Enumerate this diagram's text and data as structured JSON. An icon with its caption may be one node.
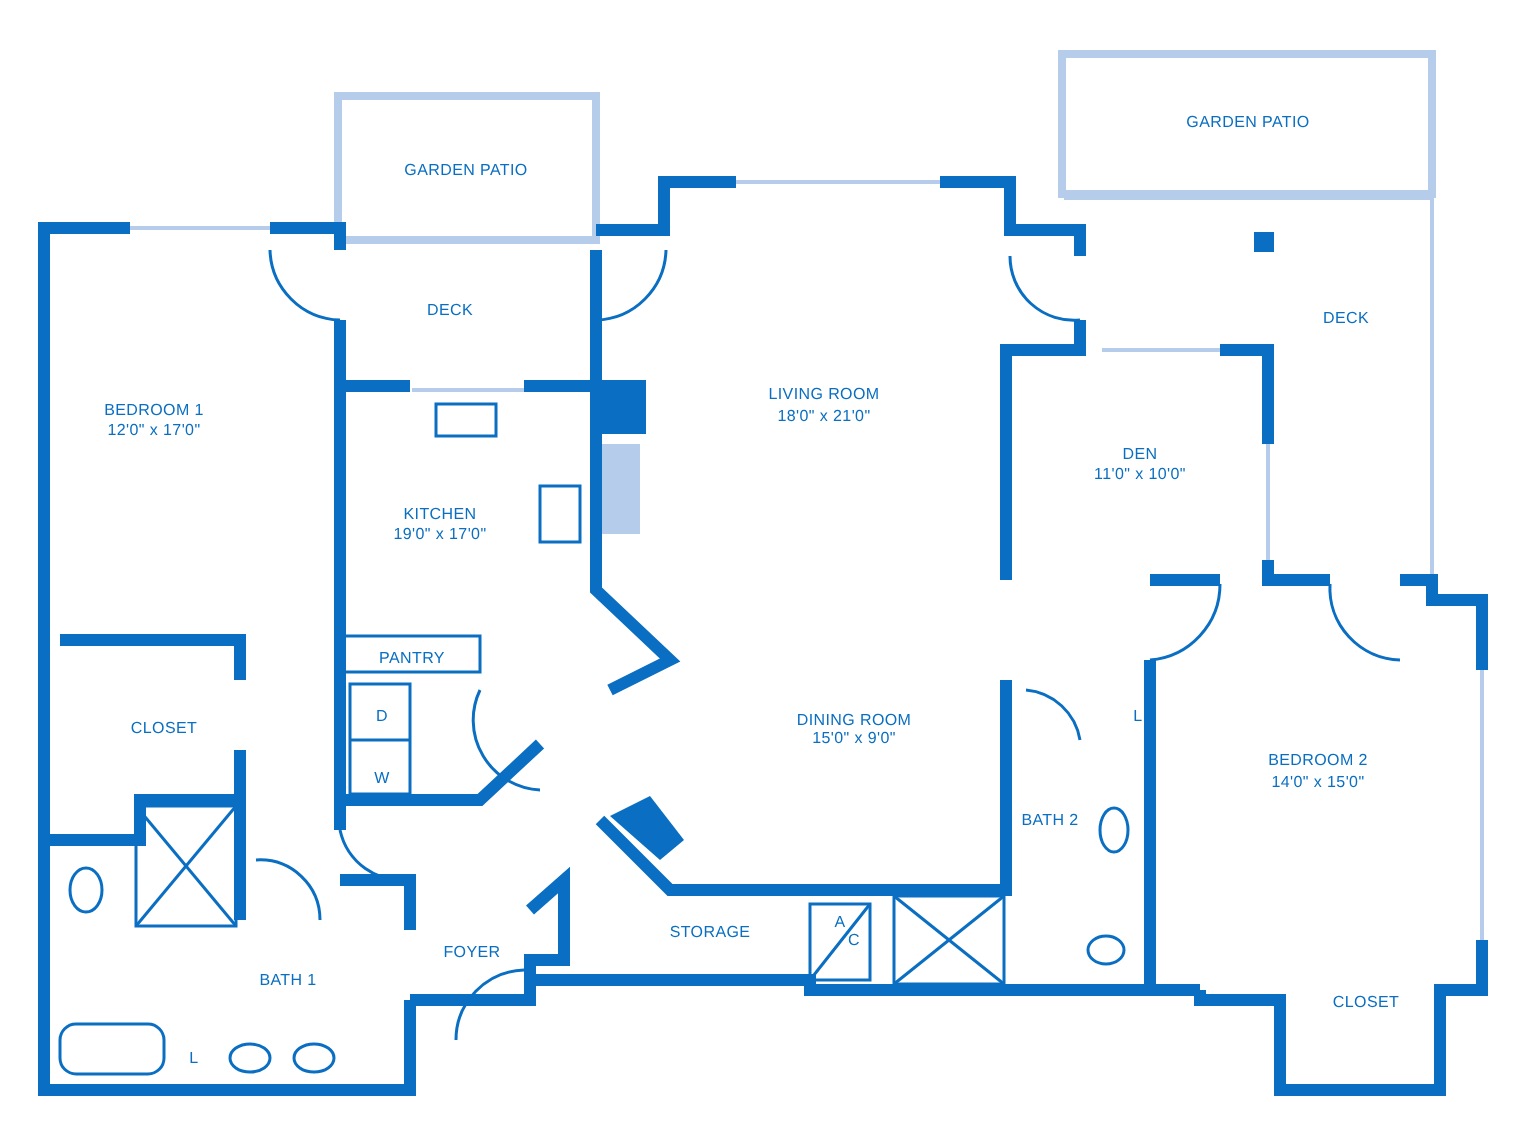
{
  "diagram": {
    "labels": [
      "GARDEN PATIO",
      "GARDEN PATIO",
      "DECK",
      "DECK",
      "LIVING ROOM",
      "18'0\" x 21'0\"",
      "BEDROOM 1",
      "12'0\" x 17'0\"",
      "DEN",
      "11'0\" x 10'0\"",
      "KITCHEN",
      "19'0\" x 17'0\"",
      "PANTRY",
      "CLOSET",
      "D",
      "L",
      "DINING ROOM",
      "15'0\" x 9'0\"",
      "W",
      "BEDROOM 2",
      "14'0\" x 15'0\"",
      "BATH 2",
      "A",
      "STORAGE",
      "C",
      "FOYER",
      "BATH 1",
      "CLOSET",
      "L"
    ]
  }
}
